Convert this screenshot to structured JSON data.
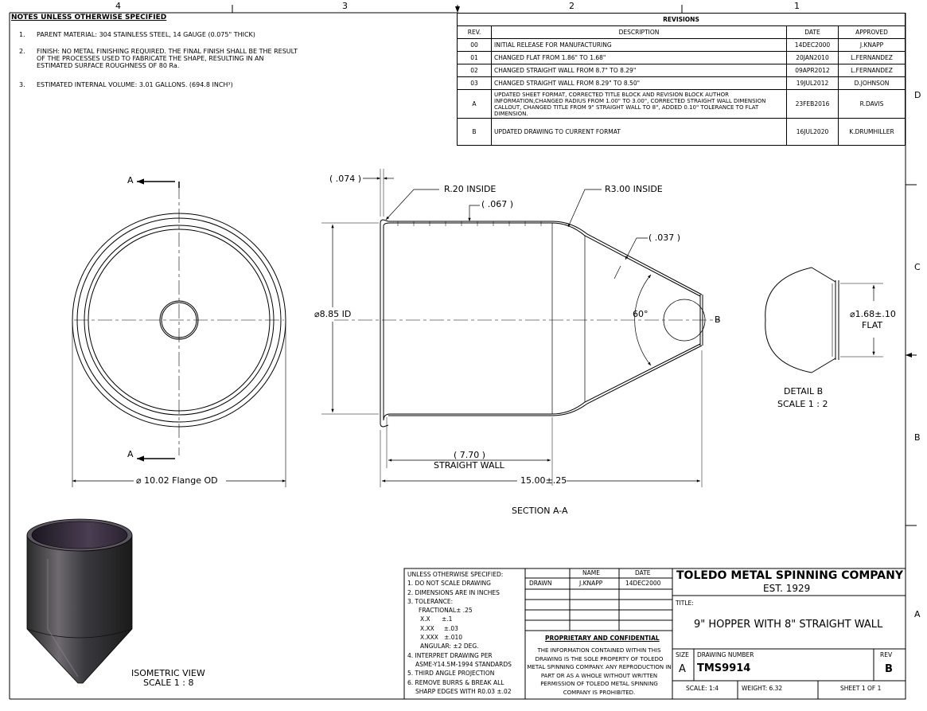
{
  "zones_top": [
    "4",
    "3",
    "2",
    "1"
  ],
  "zones_side": [
    "D",
    "C",
    "B",
    "A"
  ],
  "notes": {
    "title": "NOTES UNLESS OTHERWISE SPECIFIED",
    "items": [
      {
        "num": "1.",
        "text": "PARENT MATERIAL: 304 STAINLESS STEEL, 14 GAUGE (0.075\" THICK)"
      },
      {
        "num": "2.",
        "text": "FINISH: NO METAL FINISHING REQUIRED.  THE FINAL FINISH SHALL BE THE RESULT OF THE PROCESSES USED TO FABRICATE THE SHAPE, RESULTING IN AN ESTIMATED SURFACE ROUGHNESS OF 80 Ra."
      },
      {
        "num": "3.",
        "text": "ESTIMATED INTERNAL VOLUME: 3.01 GALLONS. (694.8 INCH³)"
      }
    ]
  },
  "revisions": {
    "title": "REVISIONS",
    "headers": [
      "REV.",
      "DESCRIPTION",
      "DATE",
      "APPROVED"
    ],
    "rows": [
      {
        "rev": "00",
        "desc": "INITIAL RELEASE FOR MANUFACTURING",
        "date": "14DEC2000",
        "approved": "J.KNAPP"
      },
      {
        "rev": "01",
        "desc": "CHANGED FLAT FROM 1.86\" TO 1.68\"",
        "date": "20JAN2010",
        "approved": "L.FERNANDEZ"
      },
      {
        "rev": "02",
        "desc": "CHANGED STRAIGHT WALL FROM 8.7\" TO 8.29\"",
        "date": "09APR2012",
        "approved": "L.FERNANDEZ"
      },
      {
        "rev": "03",
        "desc": "CHANGED STRAIGHT WALL FROM 8.29\" TO 8.50\"",
        "date": "19JUL2012",
        "approved": "D.JOHNSON"
      },
      {
        "rev": "A",
        "desc": "UPDATED SHEET FORMAT, CORRECTED TITLE BLOCK AND REVISION BLOCK AUTHOR INFORMATION,CHANGED RADIUS FROM 1.00\" TO 3.00\", CORRECTED STRAIGHT WALL DIMENSION CALLOUT, CHANGED TITLE FROM 9\" STRAIGHT WALL TO 8\", ADDED 0.10\" TOLERANCE TO FLAT DIMENSION.",
        "date": "23FEB2016",
        "approved": "R.DAVIS"
      },
      {
        "rev": "B",
        "desc": "UPDATED DRAWING TO CURRENT FORMAT",
        "date": "16JUL2020",
        "approved": "K.DRUMHILLER"
      }
    ]
  },
  "front_view": {
    "cut_label_top": "A",
    "cut_label_bottom": "A",
    "flange_od": "10.02 Flange OD"
  },
  "section": {
    "title": "SECTION A-A",
    "dim_074": ".074",
    "r20": "R.20 INSIDE",
    "dim_067": ".067",
    "r300": "R3.00 INSIDE",
    "dim_037": ".037",
    "id": "8.85 ID",
    "angle": "60°",
    "detail_ref": "B",
    "straight_wall_val": "7.70",
    "straight_wall_label": "STRAIGHT WALL",
    "overall": "15.00±.25"
  },
  "detail": {
    "title": "DETAIL B",
    "scale": "SCALE 1 : 2",
    "flat_val": "1.68±.10",
    "flat_label": "FLAT"
  },
  "iso": {
    "title": "ISOMETRIC VIEW",
    "scale": "SCALE 1 : 8"
  },
  "tolerance_block": {
    "lines": [
      "UNLESS OTHERWISE SPECIFIED:",
      "1. DO NOT SCALE DRAWING",
      "2. DIMENSIONS ARE IN INCHES",
      "3. TOLERANCE:",
      "FRACTIONAL± .25",
      "X.X      ±.1",
      "X.XX     ±.03",
      "X.XXX   ±.010",
      "ANGULAR: ±2 DEG.",
      "4. INTERPRET DRAWING PER",
      "ASME-Y14.5M-1994 STANDARDS",
      "5. THIRD ANGLE PROJECTION",
      "6. REMOVE BURRS & BREAK ALL",
      "SHARP EDGES WITH R0.03 ±.02"
    ]
  },
  "approval": {
    "name_header": "NAME",
    "date_header": "DATE",
    "drawn_label": "DRAWN",
    "drawn_name": "J.KNAPP",
    "drawn_date": "14DEC2000",
    "proprietary_title": "PROPRIETARY AND CONFIDENTIAL",
    "proprietary_text": "THE INFORMATION CONTAINED WITHIN THIS DRAWING IS THE SOLE PROPERTY OF TOLEDO METAL SPINNING COMPANY.  ANY REPRODUCTION IN PART OR AS A WHOLE WITHOUT WRITTEN PERMISSION OF TOLEDO METAL SPINNING COMPANY IS PROHIBITED."
  },
  "title_block": {
    "company": "TOLEDO METAL SPINNING COMPANY",
    "est": "EST. 1929",
    "title_label": "TITLE:",
    "title": "9\" HOPPER WITH 8\" STRAIGHT WALL",
    "size_label": "SIZE",
    "size": "A",
    "dwg_label": "DRAWING NUMBER",
    "dwg": "TMS9914",
    "rev_label": "REV",
    "rev": "B",
    "scale": "SCALE: 1:4",
    "weight": "WEIGHT: 6.32",
    "sheet": "SHEET 1 OF 1"
  }
}
